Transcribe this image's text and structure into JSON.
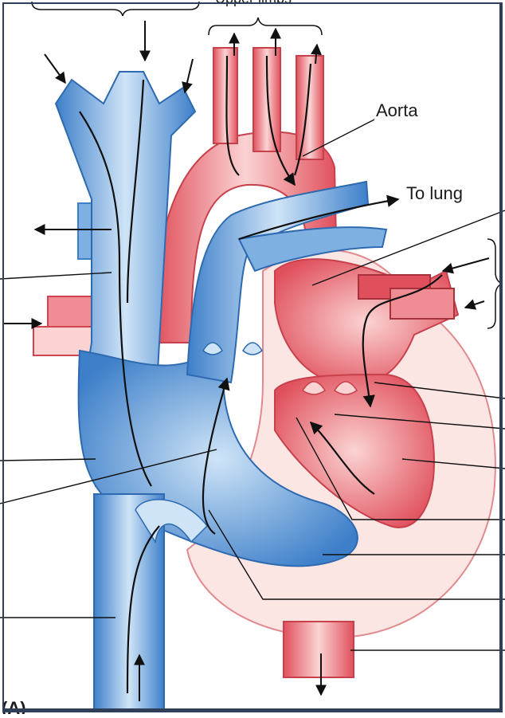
{
  "labels": {
    "aorta": "Aorta",
    "to_lung": "To lung",
    "top_clipped": "Upper limbs",
    "panel": "(A)"
  },
  "colors": {
    "blue_dark": "#3d7fc9",
    "blue_mid": "#7fb0e2",
    "blue_light": "#cfe4f7",
    "red_dark": "#e0505c",
    "red_mid": "#f08c93",
    "red_light": "#fbd3d3",
    "pink_wall": "#fce6e4",
    "line": "#101010",
    "frame": "#2f3f5a"
  }
}
